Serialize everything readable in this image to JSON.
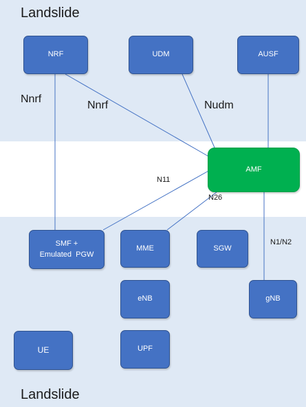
{
  "regions": {
    "top_title": "Landslide",
    "bottom_title": "Landslide"
  },
  "nodes": {
    "nrf": "NRF",
    "udm": "UDM",
    "ausf": "AUSF",
    "amf": "AMF",
    "smf_line1": "SMF +",
    "smf_line2": "Emulated  PGW",
    "mme": "MME",
    "sgw": "SGW",
    "gnb": "gNB",
    "enb": "eNB",
    "upf": "UPF",
    "ue": "UE"
  },
  "interfaces": {
    "nnrf_left": "Nnrf",
    "nnrf_diag": "Nnrf",
    "nudm": "Nudm",
    "n11": "N11",
    "n26": "N26",
    "n1n2": "N1/N2"
  },
  "colors": {
    "band": "#dfe9f5",
    "node_blue": "#4472c4",
    "amf_green": "#00b050",
    "link": "#4472c4"
  }
}
